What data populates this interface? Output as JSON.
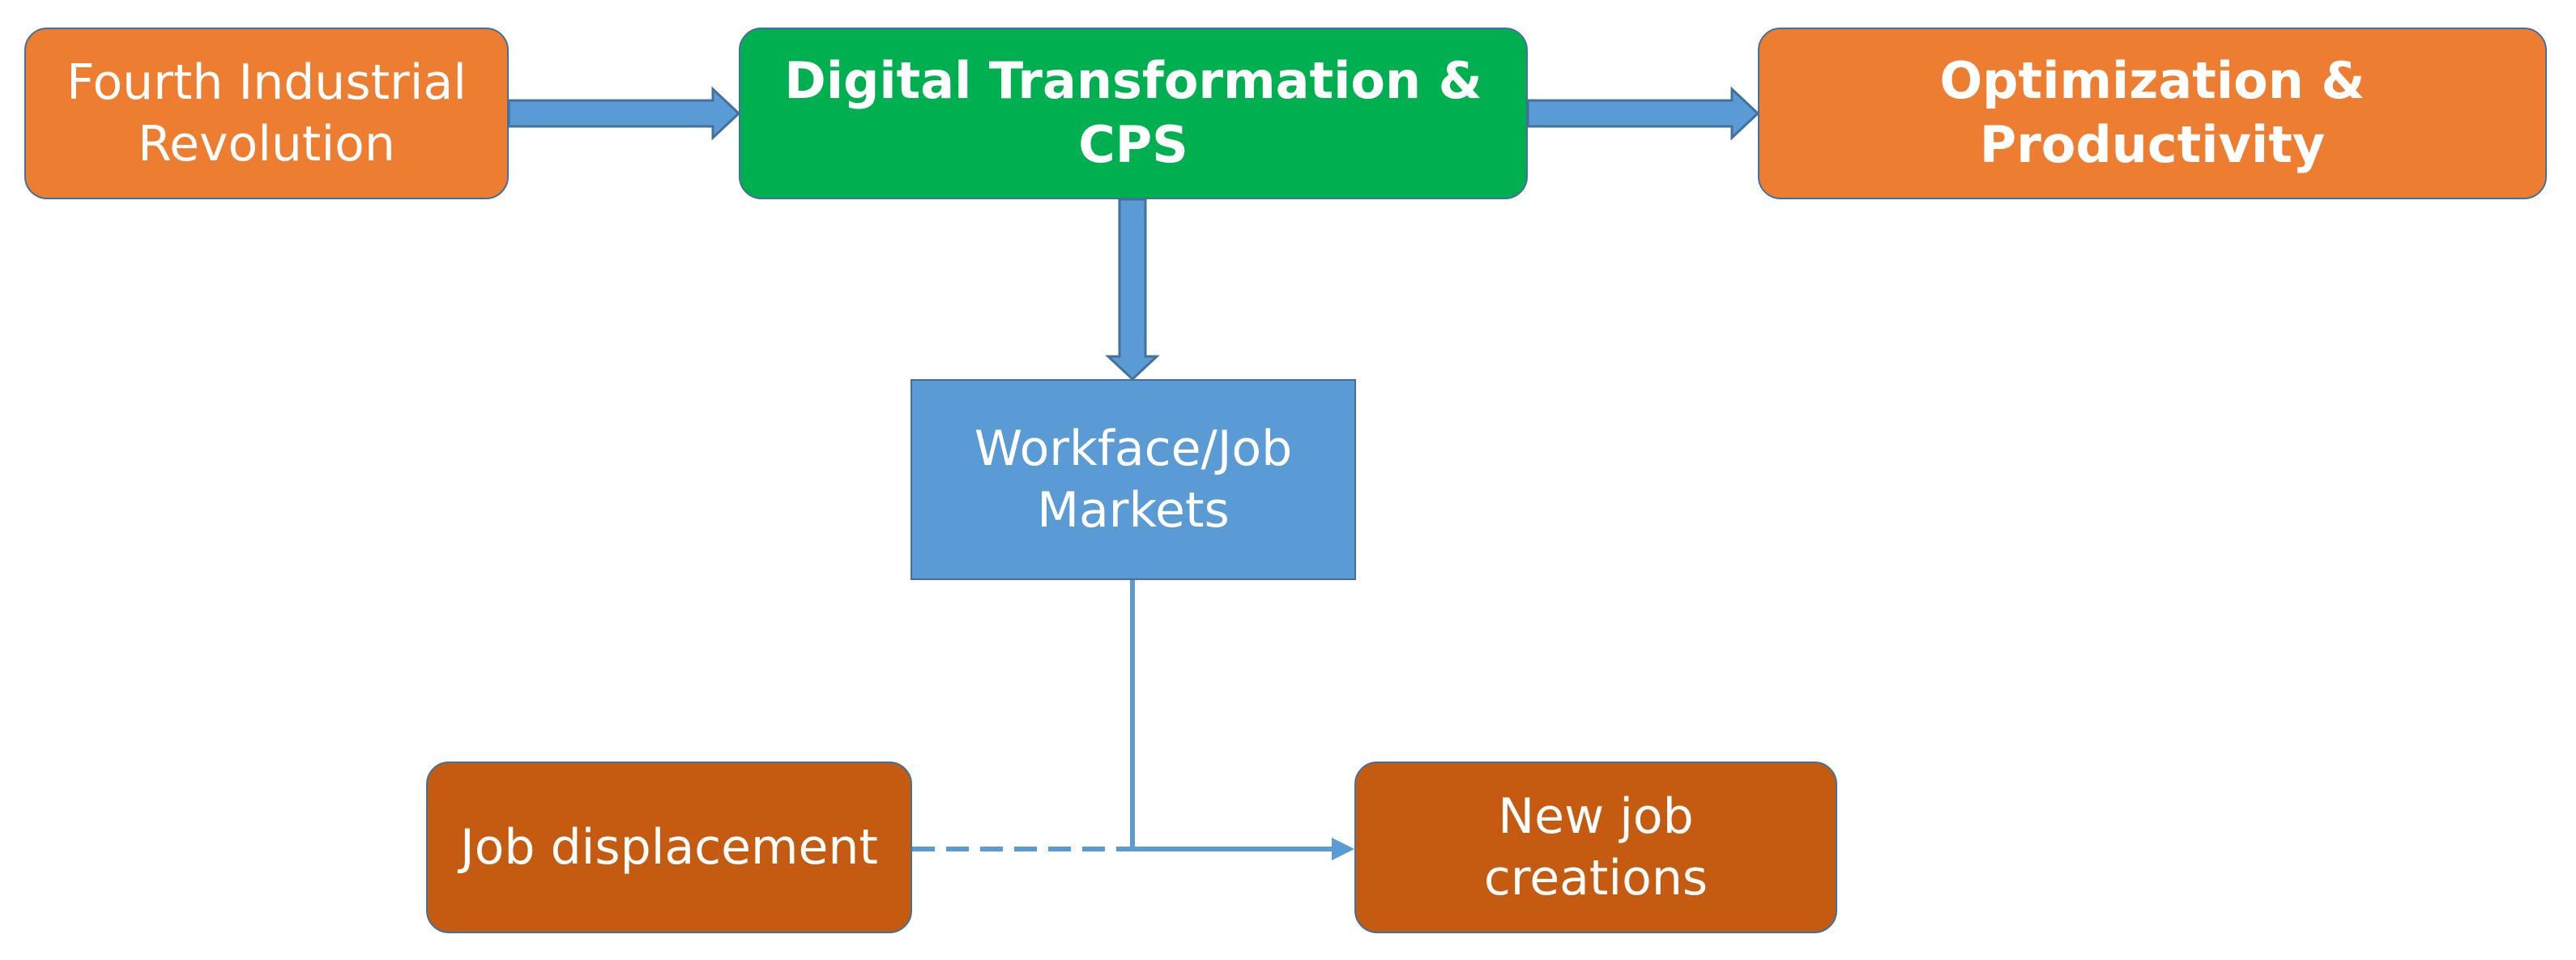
{
  "nodes": {
    "fourth_industrial_revolution": [
      "Fourth Industrial",
      "Revolution"
    ],
    "digital_transformation": "Digital Transformation & CPS",
    "optimization": "Optimization & Productivity",
    "workforce": [
      "Workface/Job",
      "Markets"
    ],
    "job_displacement": "Job displacement",
    "new_job_creations": [
      "New job",
      "creations"
    ]
  },
  "colors": {
    "orange": "#ed7d31",
    "green": "#00b050",
    "blue": "#5b9bd5",
    "rust": "#c55a11",
    "border": "#41719c",
    "text": "#ffffff"
  },
  "edges": [
    {
      "from": "fourth_industrial_revolution",
      "to": "digital_transformation",
      "style": "block-arrow"
    },
    {
      "from": "digital_transformation",
      "to": "optimization",
      "style": "block-arrow"
    },
    {
      "from": "digital_transformation",
      "to": "workforce",
      "style": "block-arrow"
    },
    {
      "from": "workforce",
      "to": "new_job_creations",
      "style": "elbow-arrow"
    },
    {
      "from": "job_displacement",
      "to": "workforce",
      "style": "dashed-line"
    }
  ]
}
